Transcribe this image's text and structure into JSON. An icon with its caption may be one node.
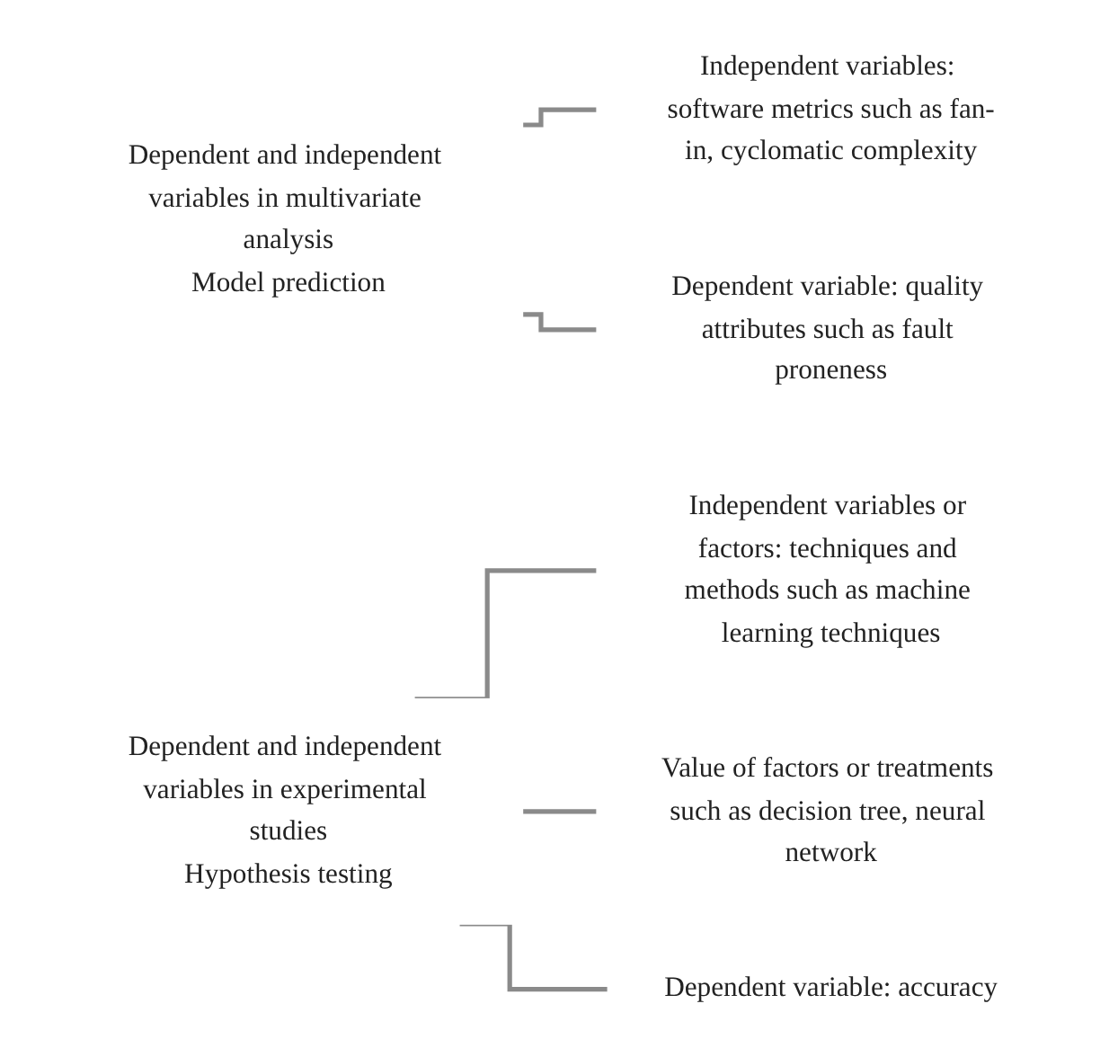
{
  "diagram": {
    "nodes": [
      {
        "text": [
          "Dependent and independent variables in multivariate analysis",
          "Model prediction"
        ]
      },
      {
        "text": [
          "Independent variables: software metrics such as fan-in, cyclomatic complexity"
        ]
      },
      {
        "text": [
          "Dependent variable: quality attributes such as fault proneness"
        ]
      },
      {
        "text": [
          "Dependent and independent variables in experimental studies",
          "Hypothesis testing"
        ]
      },
      {
        "text": [
          "Independent variables or factors: techniques and methods such as machine learning techniques"
        ]
      },
      {
        "text": [
          "Value of factors or treatments such as decision tree, neural network"
        ]
      },
      {
        "text": [
          "Dependent variable: accuracy"
        ]
      }
    ],
    "edges": [
      {
        "from": 0,
        "to": 1,
        "arrow": "none"
      },
      {
        "from": 0,
        "to": 2,
        "arrow": "none"
      },
      {
        "from": 3,
        "to": 4,
        "arrow": "none"
      },
      {
        "from": 3,
        "to": 5,
        "arrow": "none"
      },
      {
        "from": 3,
        "to": 6,
        "arrow": "none"
      }
    ]
  }
}
